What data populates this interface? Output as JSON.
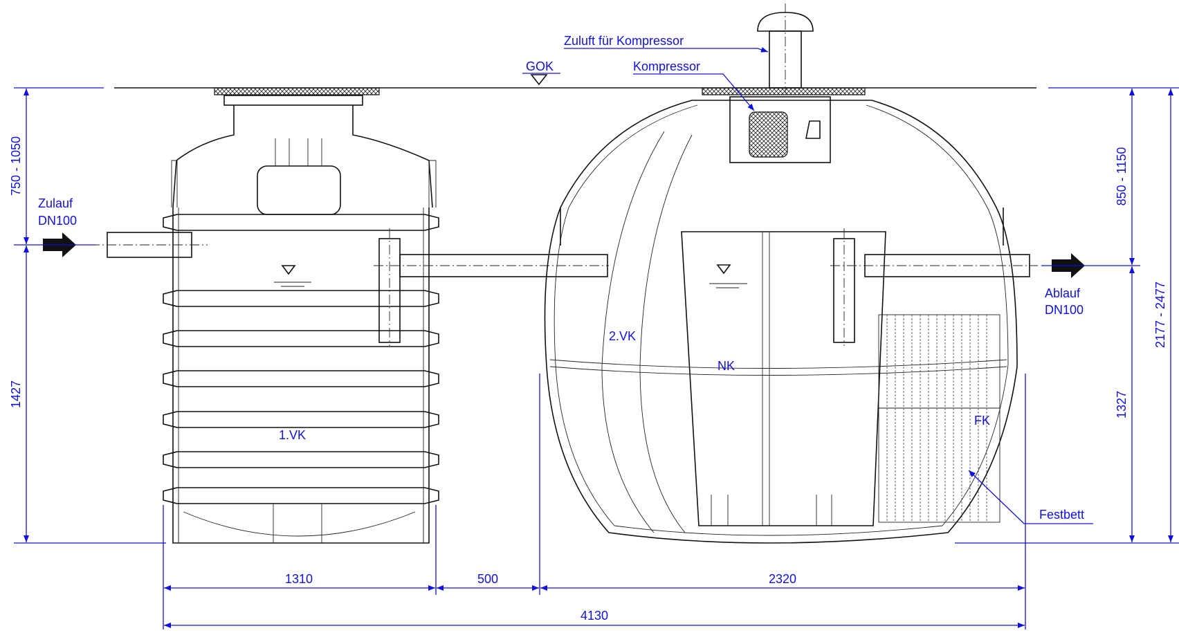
{
  "labels": {
    "zuluft": "Zuluft für Kompressor",
    "gok": "GOK",
    "kompressor": "Kompressor",
    "zulauf_1": "Zulauf",
    "zulauf_2": "DN100",
    "ablauf_1": "Ablauf",
    "ablauf_2": "DN100",
    "vk1": "1.VK",
    "vk2": "2.VK",
    "nk": "NK",
    "fk": "FK",
    "festbett": "Festbett"
  },
  "dimensions": {
    "left_cover": "750 - 1050",
    "left_height": "1427",
    "right_cover": "850 - 1150",
    "right_height": "1327",
    "total_height": "2177 - 2477",
    "w_tank1": "1310",
    "w_gap": "500",
    "w_tank2": "2320",
    "w_total": "4130"
  },
  "colors": {
    "annotation": "#1010e0",
    "drawing": "#111111"
  }
}
